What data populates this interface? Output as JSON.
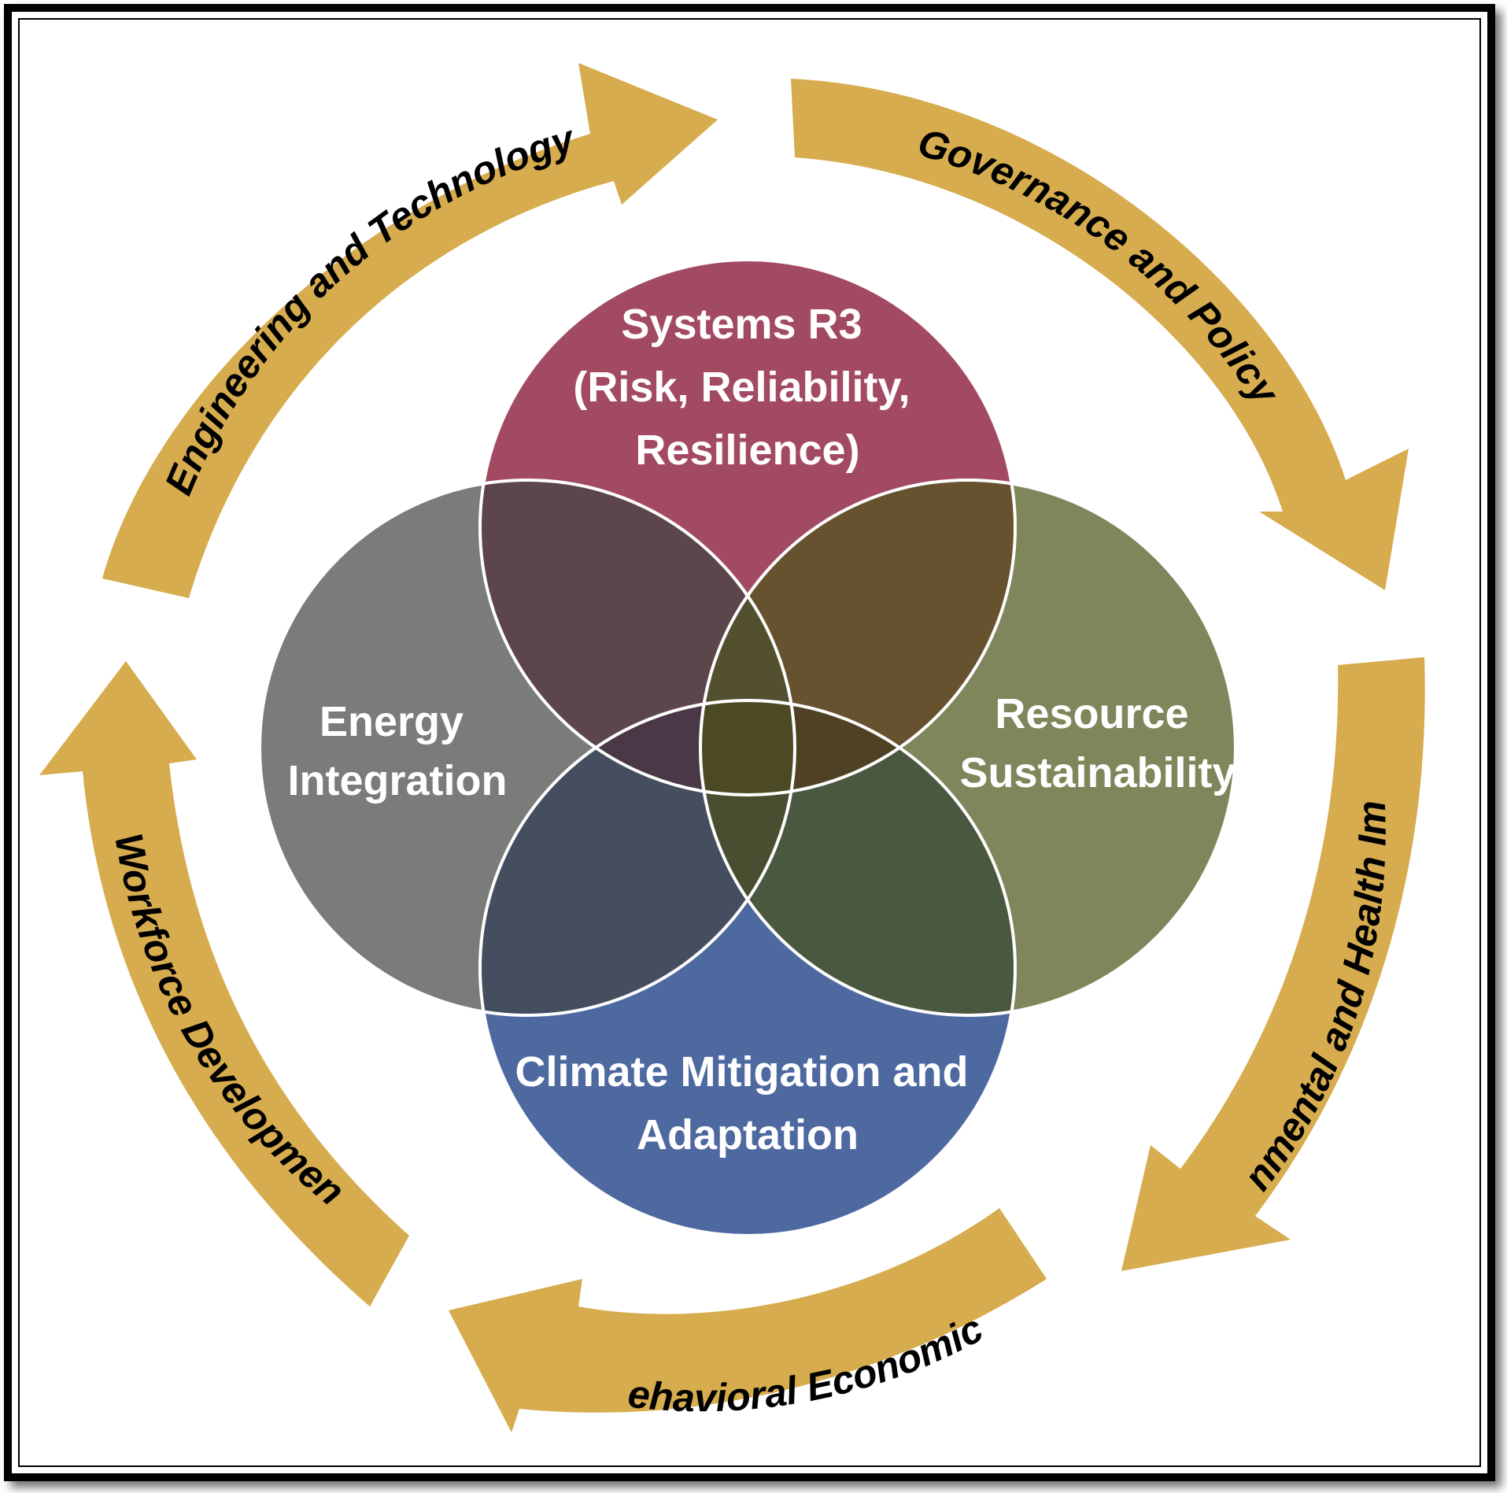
{
  "colors": {
    "arrow": "#D6AC4E",
    "outline": "#ffffff",
    "systems_r3": "#A34A63",
    "energy_integration": "#7A7C7A",
    "resource_sustainability": "#80865B",
    "climate_mitigation": "#4E69A0",
    "overlap_top_left": "#5D454C",
    "overlap_top_right": "#66522F",
    "overlap_bottom_left": "#454E5F",
    "overlap_bottom_right": "#4B5840",
    "overlap_center": "#4B4A24",
    "overlap_left_mid": "#4A3846",
    "overlap_right_mid": "#4F4124",
    "overlap_center_top": "#52502F",
    "overlap_center_bottom": "#4A4E30"
  },
  "circles": {
    "systems_r3": [
      "Systems R3",
      "(Risk, Reliability,",
      "Resilience)"
    ],
    "energy_integration": [
      "Energy",
      "Integration"
    ],
    "resource_sustainability": [
      "Resource",
      "Sustainability"
    ],
    "climate_mitigation": [
      "Climate Mitigation and",
      "Adaptation"
    ]
  },
  "arrows": {
    "engineering": "Engineering and Technology",
    "governance": "Governance and Policy",
    "environmental": "Environmental and Health Impacts",
    "behavioral": "Behavioral Economics",
    "workforce": "Workforce Development"
  }
}
